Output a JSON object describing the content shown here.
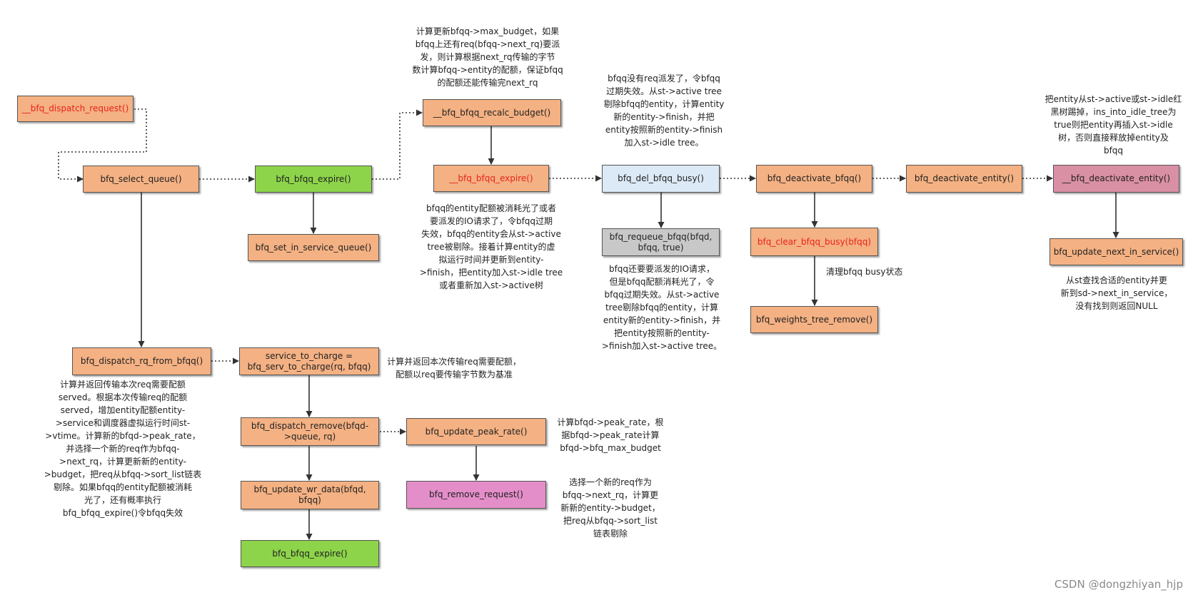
{
  "nodes": {
    "dispatch_request": "__bfq_dispatch_request()",
    "select_queue": "bfq_select_queue()",
    "bfqq_expire_top": "bfq_bfqq_expire()",
    "set_in_service_queue": "bfq_set_in_service_queue()",
    "recalc_budget": "__bfq_bfqq_recalc_budget()",
    "bfqq_expire_inner": "__bfq_bfqq_expire()",
    "del_bfqq_busy": "bfq_del_bfqq_busy()",
    "requeue_bfqq": "bfq_requeue_bfqq(bfqd,\nbfqq, true)",
    "deactivate_bfqq": "bfq_deactivate_bfqq()",
    "clear_bfqq_busy": "bfq_clear_bfqq_busy(bfqq)",
    "weights_tree_remove": "bfq_weights_tree_remove()",
    "deactivate_entity": "bfq_deactivate_entity()",
    "deactivate_entity_inner": "__bfq_deactivate_entity()",
    "update_next_in_service": "bfq_update_next_in_service()",
    "dispatch_rq_from_bfqq": "bfq_dispatch_rq_from_bfqq()",
    "service_to_charge": "service_to_charge =\nbfq_serv_to_charge(rq, bfqq)",
    "dispatch_remove": "bfq_dispatch_remove(bfqd-\n>queue, rq)",
    "update_peak_rate": "bfq_update_peak_rate()",
    "update_wr_data": "bfq_update_wr_data(bfqd,\nbfqq)",
    "remove_request": "bfq_remove_request()",
    "bfqq_expire_bottom": "bfq_bfqq_expire()"
  },
  "notes": {
    "recalc_budget": "计算更新bfqq->max_budget，如果\nbfqq上还有req(bfqq->next_rq)要派\n发，则计算根据next_rq传输的字节\n数计算bfqq->entity的配额，保证bfqq\n的配额还能传输完next_rq",
    "del_bfqq_busy": "bfqq没有req派发了，令bfqq\n过期失效。从st->active tree\n剔除bfqq的entity，计算entity\n新的entity->finish，并把\nentity按照新的entity->finish\n加入st->idle tree。",
    "deactivate_entity": "把entity从st->active或st->idle红\n黑树踢掉，ins_into_idle_tree为\ntrue则把entity再插入st->idle\n树，否则直接释放掉entity及\nbfqq",
    "bfqq_expire_inner": "bfqq的entity配额被消耗光了或者\n要派发的IO请求了，令bfqq过期\n失效，bfqq的entity会从st->active\ntree被剔除。接着计算entity的虚\n拟运行时间并更新到entity-\n>finish，把entity加入st->idle tree\n或者重新加入st->active树",
    "requeue_bfqq": "bfqq还要要派发的IO请求，\n但是bfqq配额消耗光了，令\nbfqq过期失效。从st->active\ntree剔除bfqq的entity，计算\nentity新的entity->finish，并\n把entity按照新的entity-\n>finish加入st->active tree。",
    "clear_busy": "清理bfqq busy状态",
    "update_next_in_service": "从st查找合适的entity并更\n新到sd->next_in_service，\n没有找到则返回NULL",
    "service_to_charge": "计算并返回本次传输req需要配额，\n配额以req要传输字节数为基准",
    "dispatch_rq_from_bfqq": "计算并返回传输本次req需要配额\nserved。根据本次传输req的配额\nserved，增加entity配额entity-\n>service和调度器虚拟运行时间st-\n>vtime。计算新的bfqd->peak_rate，\n并选择一个新的req作为bfqq-\n>next_rq，计算更新新的entity-\n>budget，把req从bfqq->sort_list链表\n剔除。如果bfqq的entity配额被消耗\n光了，还有概率执行\nbfq_bfqq_expire()令bfqq失效",
    "update_peak_rate": "计算bfqd->peak_rate，根\n据bfqd->peak_rate计算\nbfqd->bfq_max_budget",
    "remove_request": "选择一个新的req作为\nbfqq->next_rq，计算更\n新新的entity->budget，\n把req从bfqq->sort_list\n链表剔除"
  },
  "watermark": "CSDN @dongzhiyan_hjp",
  "colors": {
    "orange": "#f4b183",
    "green": "#8dd44a",
    "blue": "#dce9f6",
    "gray": "#c8c8c8",
    "pink": "#e48ec9",
    "rose": "#d98fa4",
    "red_text": "#e8241b"
  }
}
